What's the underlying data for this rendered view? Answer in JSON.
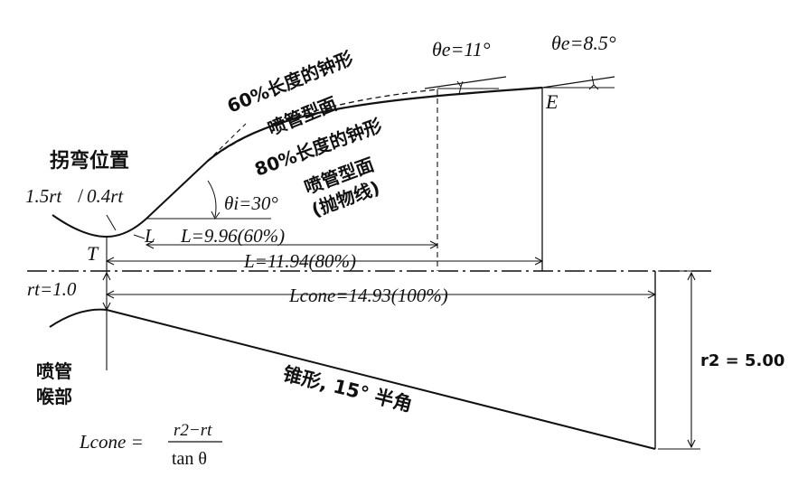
{
  "labels": {
    "theta_e_60": "θe=11°",
    "theta_e_80": "θe=8.5°",
    "point_e": "E",
    "bell60_line1": "60%长度的钟形",
    "bell60_line2": "喷管型面",
    "bell80_line1": "80%长度的钟形",
    "bell80_line2": "喷管型面",
    "bell80_line3": "(抛物线)",
    "inflection": "拐弯位置",
    "radius_upstream": "1.5rt",
    "radius_downstream": "0.4rt",
    "theta_i": "θi=30°",
    "point_t": "T",
    "L60": "L=9.96(60%)",
    "L80": "L=11.94(80%)",
    "rt": "rt=1.0",
    "Lcone": "Lcone=14.93(100%)",
    "r2": "r2 = 5.00",
    "throat_line1": "喷管",
    "throat_line2": "喉部",
    "cone": "锥形, 15° 半角",
    "formula_lhs": "Lcone =",
    "formula_num": "r2−rt",
    "formula_den": "tan θ"
  }
}
